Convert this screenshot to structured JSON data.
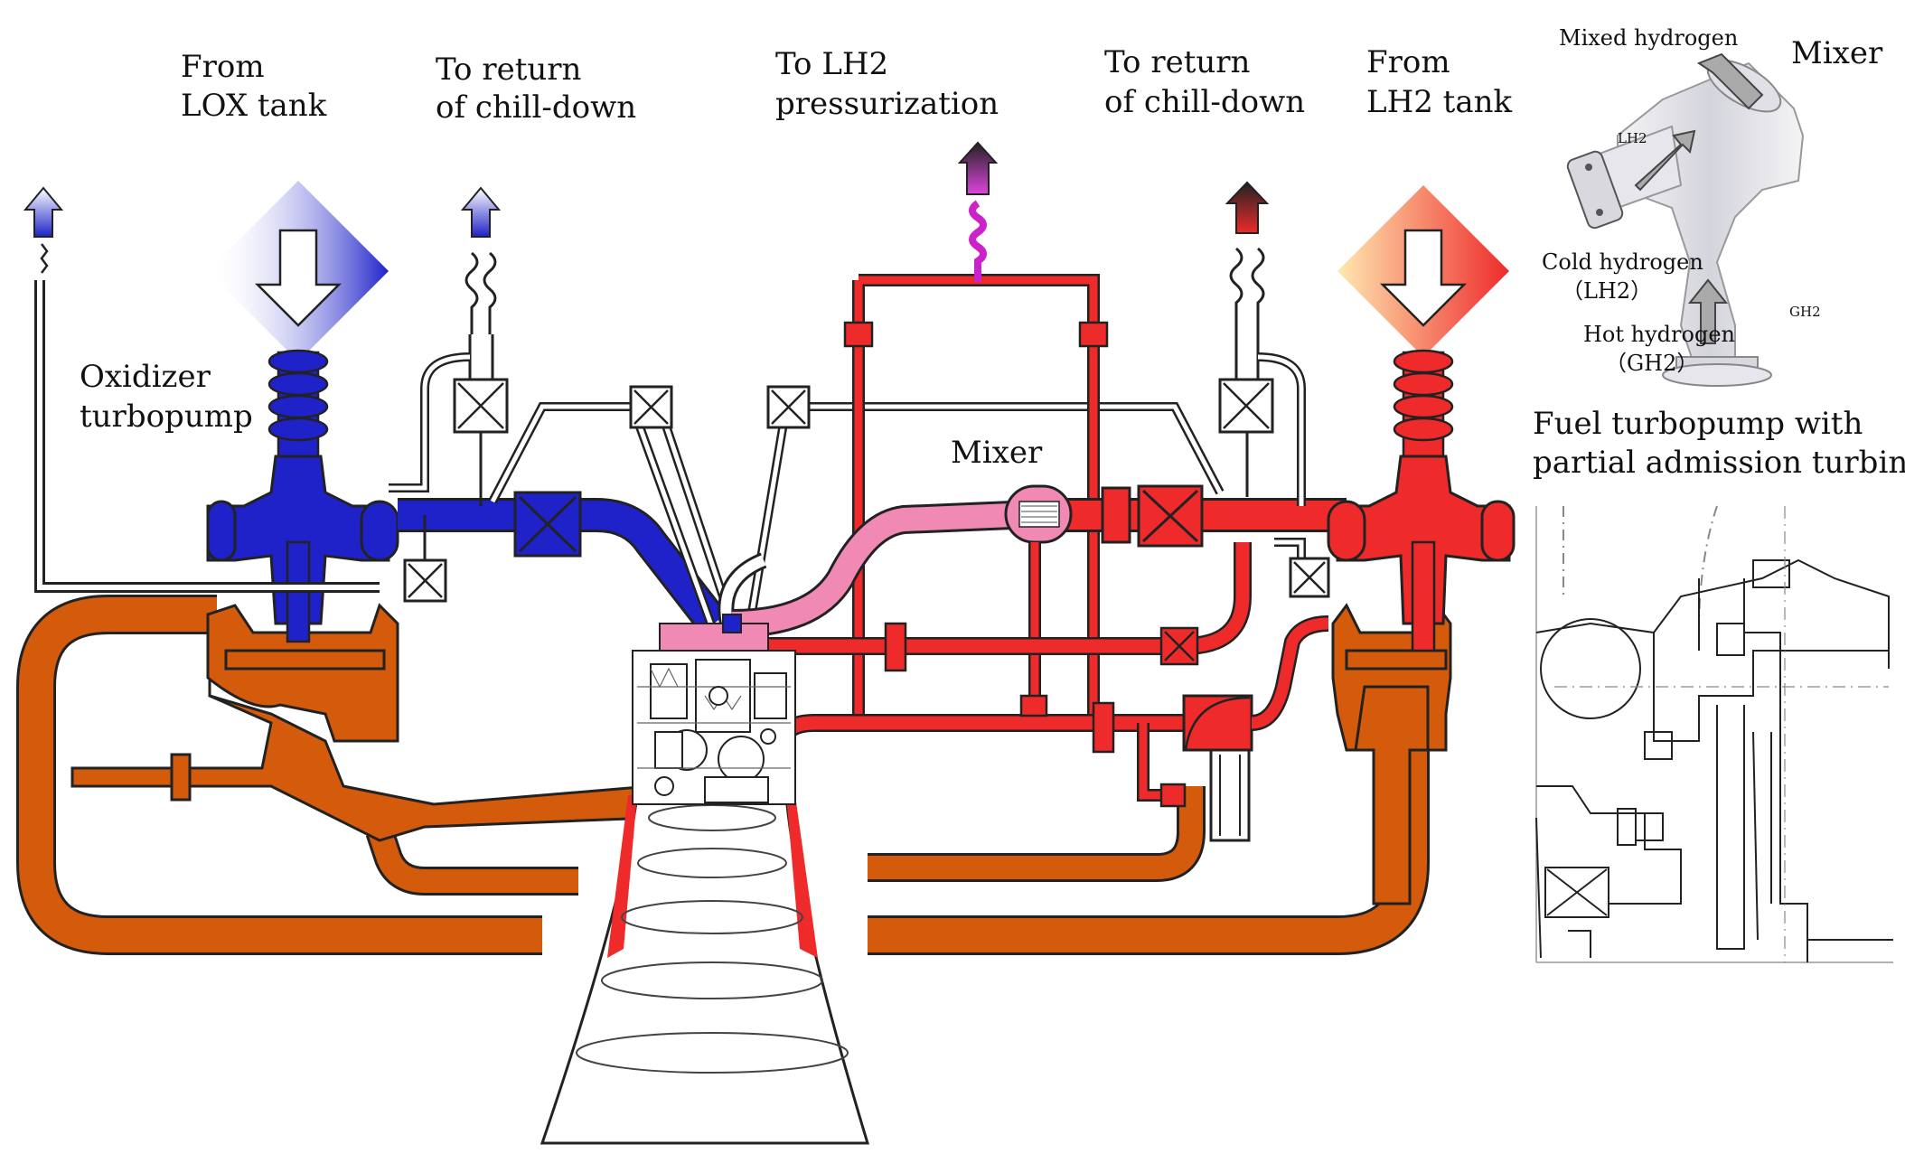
{
  "labels": {
    "from_lox_1": "From",
    "from_lox_2": "LOX tank",
    "return_left_1": "To return",
    "return_left_2": "of chill-down",
    "lh2_press_1": "To LH2",
    "lh2_press_2": "pressurization",
    "return_right_1": "To return",
    "return_right_2": "of chill-down",
    "from_lh2_1": "From",
    "from_lh2_2": "LH2 tank",
    "oxidizer_1": "Oxidizer",
    "oxidizer_2": "turbopump",
    "mixer_center": "Mixer"
  },
  "inset_mixer": {
    "mixed_hydrogen": "Mixed hydrogen",
    "mixer_title": "Mixer",
    "lh2_small": "LH2",
    "gh2_small": "GH2",
    "cold_1": "Cold  hydrogen",
    "cold_2": "（LH2）",
    "hot_1": "Hot  hydrogen",
    "hot_2": "（GH2）"
  },
  "inset_turbine": {
    "title_1": "Fuel turbopump with",
    "title_2": "partial admission turbine"
  },
  "colors": {
    "lox_blue": "#1e22c8",
    "lh2_red": "#ee2a2a",
    "mixed_pink": "#f08ab4",
    "hot_gas_orange": "#d45a0c",
    "press_magenta": "#cc22cc"
  }
}
